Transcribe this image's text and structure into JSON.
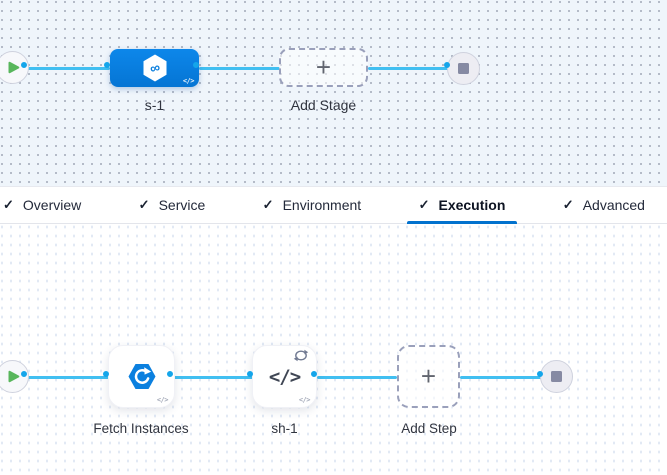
{
  "glyphs": {
    "check": "✓",
    "plus": "+",
    "infinity": "∞",
    "code": "</>"
  },
  "pipeline": {
    "stage_name": "s-1",
    "add_stage": "Add Stage"
  },
  "tabs": [
    {
      "label": "Overview",
      "checked": true,
      "active": false
    },
    {
      "label": "Service",
      "checked": true,
      "active": false
    },
    {
      "label": "Environment",
      "checked": true,
      "active": false
    },
    {
      "label": "Execution",
      "checked": true,
      "active": true
    },
    {
      "label": "Advanced",
      "checked": true,
      "active": false
    }
  ],
  "execution": {
    "step1": "Fetch Instances",
    "step2": "sh-1",
    "add_step": "Add Step"
  },
  "icons": {
    "start_node": "play-icon",
    "end_node": "stop-icon",
    "stage_node": "hexagon-infinity-icon",
    "fetch_step": "hexagon-refresh-icon",
    "sh_step": "code-icon",
    "loop_strategy": "loop-icon",
    "template_badge": "code-badge-icon",
    "tab_check": "check-icon",
    "add_button": "plus-icon"
  },
  "colors": {
    "edge": "#41bff1",
    "port_ring": "#14a5ea",
    "stage_blue": "#0b80df",
    "tab_underline": "#0272ce",
    "play_green": "#58b65c",
    "stop_gray": "#868aa3",
    "canvas_top_bg": "#eff5fb",
    "canvas_bottom_bg": "#ffffff"
  }
}
